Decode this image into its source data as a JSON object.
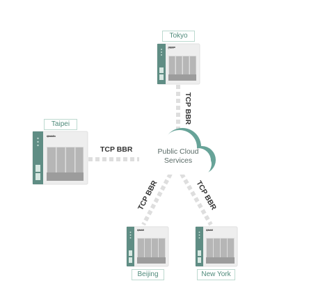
{
  "diagram": {
    "cloud": {
      "line1": "Public Cloud",
      "line2": "Services"
    },
    "link_label": "TCP BBR",
    "device_badge": "QNAP",
    "nodes": {
      "tokyo": "Tokyo",
      "taipei": "Taipei",
      "beijing": "Beijing",
      "new_york": "New York"
    },
    "colors": {
      "accent": "#5f8d84",
      "cloud_edge": "#67a398",
      "link": "#dedede",
      "chassis": "#eeeeee",
      "drive_bay": "#b6b6b6"
    }
  }
}
